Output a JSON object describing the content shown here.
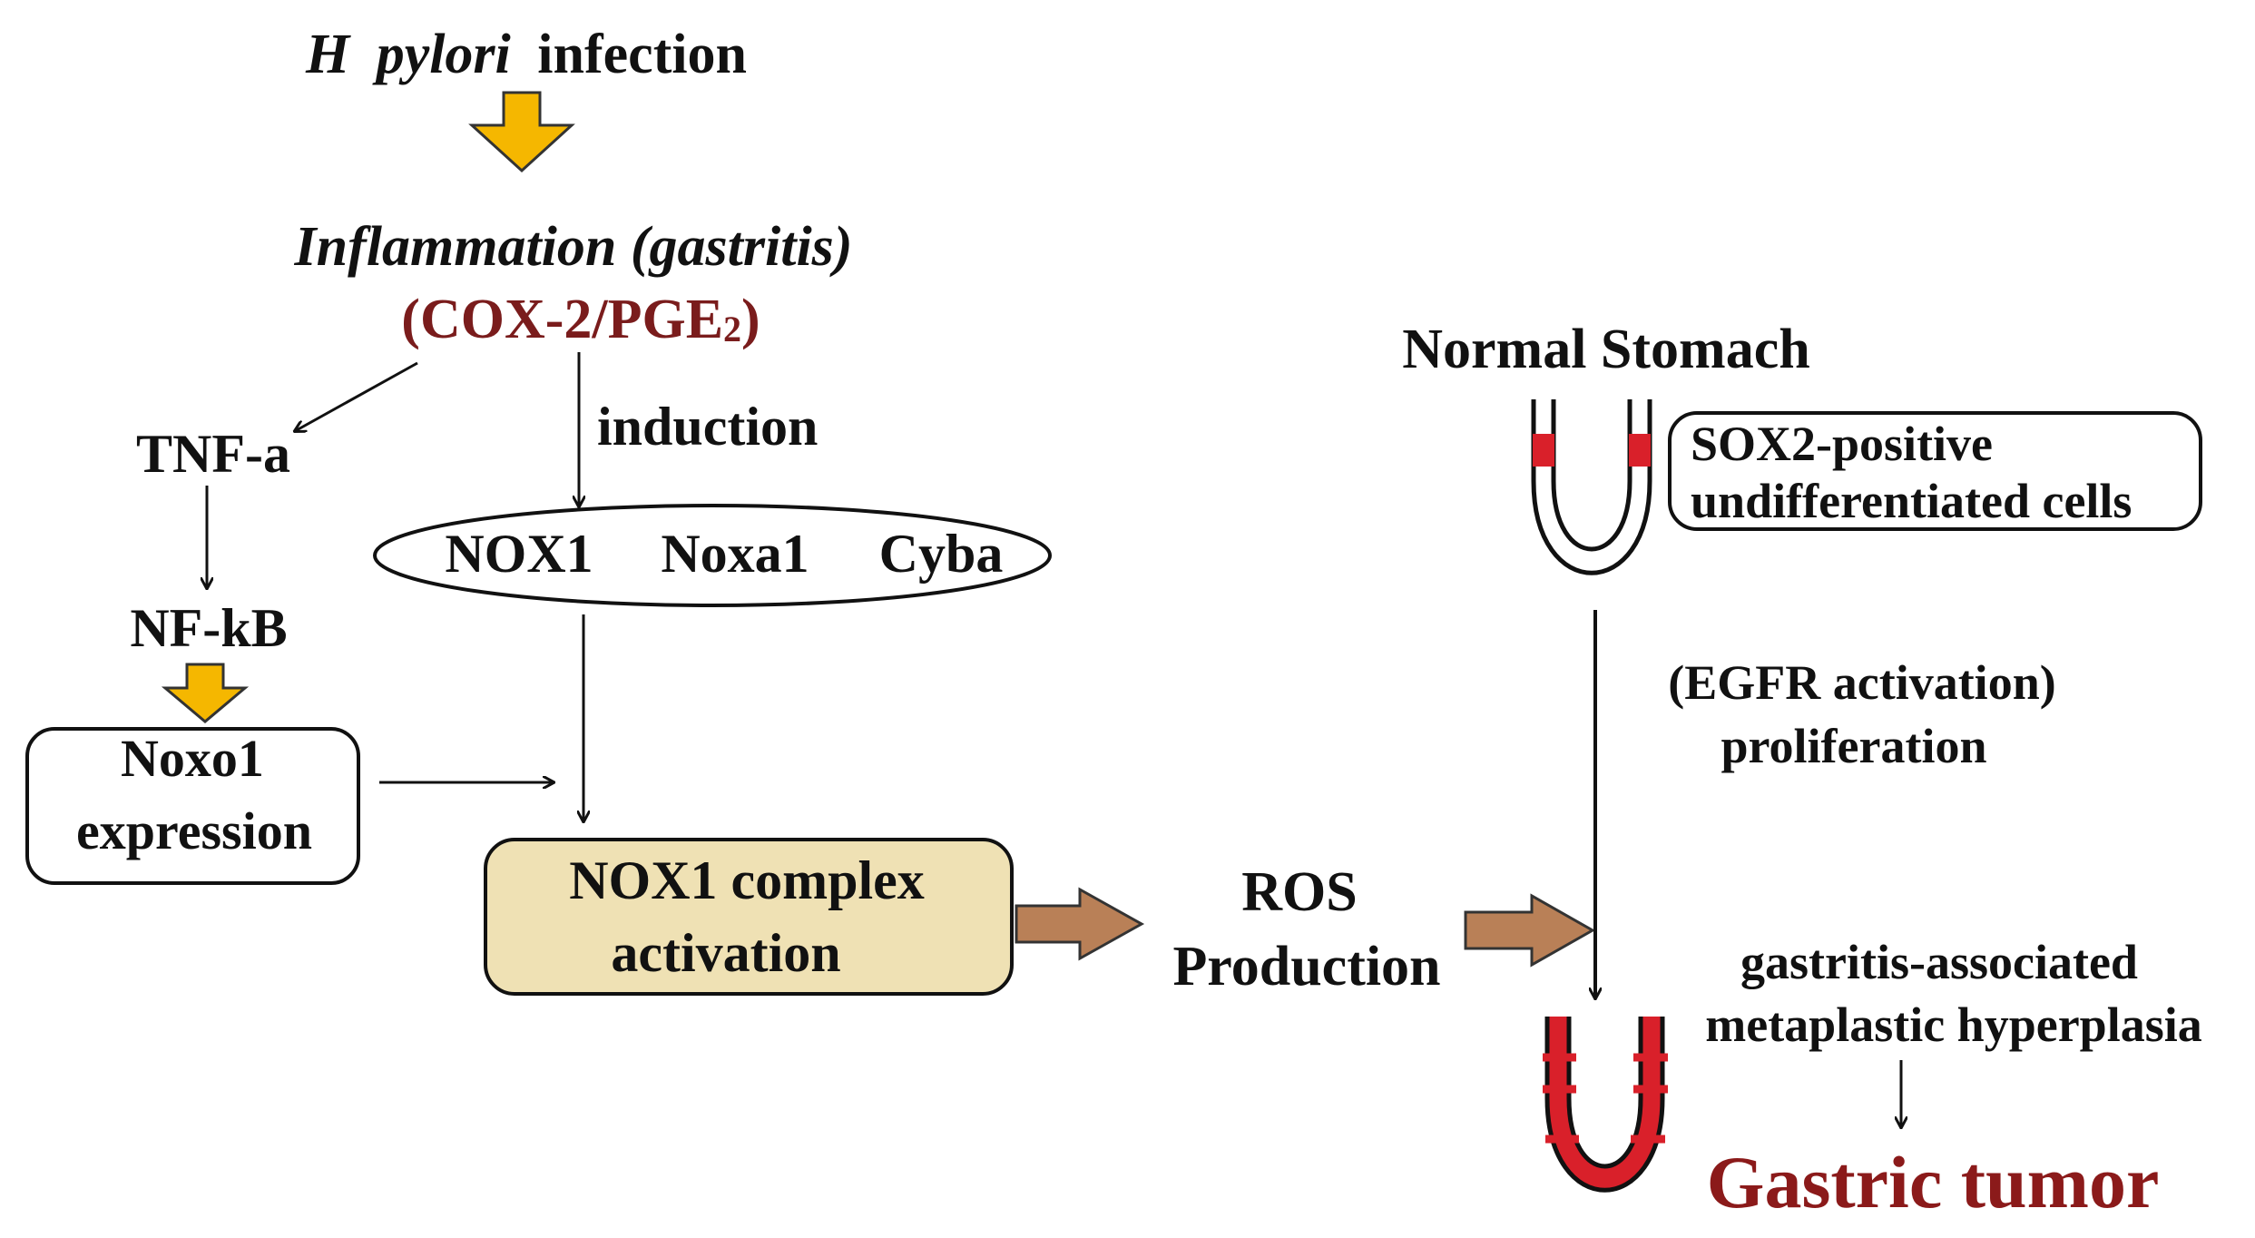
{
  "colors": {
    "text": "#111111",
    "dark_red": "#7a1c1c",
    "tumor_red": "#8b1a1a",
    "yellow_arrow": "#f5b700",
    "brown_arrow": "#b98057",
    "box_fill": "#efe1b4",
    "sox2_marker": "#d9202a"
  },
  "diagram": {
    "title_h": "H",
    "title_pylori": "pylori",
    "title_infection": "infection",
    "inflammation": "Inflammation (gastritis)",
    "cox_main": "(COX-2/PGE",
    "cox_sub": "2",
    "cox_close": ")",
    "tnf": "TNF-a",
    "nfkb": "NF-kB",
    "noxo1_line1": "Noxo1",
    "noxo1_line2": "expression",
    "induction": "induction",
    "nox1": "NOX1",
    "noxa1": "Noxa1",
    "cyba": "Cyba",
    "complex_line1": "NOX1 complex",
    "complex_line2": "activation",
    "ros_line1": "ROS",
    "ros_line2": "Production",
    "normal_stomach": "Normal Stomach",
    "sox2_line1": "SOX2-positive",
    "sox2_line2": "undifferentiated cells",
    "egfr": "(EGFR activation)",
    "proliferation": "proliferation",
    "gastritis_assoc": "gastritis-associated",
    "metaplastic": "metaplastic hyperplasia",
    "gastric_tumor": "Gastric tumor"
  }
}
